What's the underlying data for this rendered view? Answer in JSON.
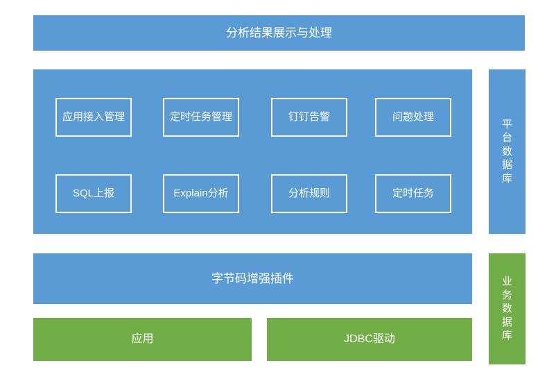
{
  "diagram": {
    "title_banner": {
      "label": "分析结果展示与处理"
    },
    "platform_panel": {
      "features_row1": [
        {
          "label": "应用接入管理"
        },
        {
          "label": "定时任务管理"
        },
        {
          "label": "钉钉告警"
        },
        {
          "label": "问题处理"
        }
      ],
      "features_row2": [
        {
          "label": "SQL上报"
        },
        {
          "label": "Explain分析"
        },
        {
          "label": "分析规则"
        },
        {
          "label": "定时任务"
        }
      ]
    },
    "side_panels": {
      "platform_db": {
        "label": "平台数据库"
      },
      "business_db": {
        "label": "业务数据库"
      }
    },
    "plugin_bar": {
      "label": "字节码增强插件"
    },
    "runtime_boxes": [
      {
        "label": "应用"
      },
      {
        "label": "JDBC驱动"
      }
    ],
    "colors": {
      "blue": "#5B9BD5",
      "green": "#70AD47",
      "text": "#FFFFFF",
      "background": "#FFFFFF"
    }
  }
}
